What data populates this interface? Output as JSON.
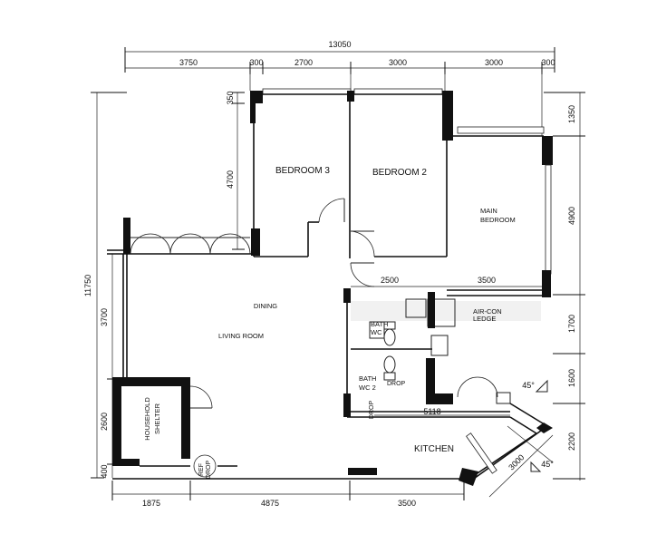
{
  "dimensions": {
    "overall_width": "13050",
    "top_segments": [
      "3750",
      "300",
      "2700",
      "3000",
      "3000",
      "300"
    ],
    "left_overall": "11750",
    "left_segments": [
      "3700",
      "2600",
      "400"
    ],
    "left_inner": [
      "350",
      "4700"
    ],
    "right_segments": [
      "1350",
      "4900",
      "1700",
      "1600",
      "2200"
    ],
    "bottom_segments": [
      "1875",
      "4875",
      "3500"
    ],
    "interior": {
      "bath_width": "2500",
      "main_bedroom_width": "3500",
      "kitchen_width": "5118",
      "kitchen_diagonal": "3000",
      "angle_upper": "45°",
      "angle_lower": "45°"
    }
  },
  "rooms": {
    "bedroom3": "BEDROOM 3",
    "bedroom2": "BEDROOM 2",
    "main_bedroom_line1": "MAIN",
    "main_bedroom_line2": "BEDROOM",
    "dining": "DINING",
    "living": "LIVING ROOM",
    "bath1_line1": "BATH",
    "bath1_line2": "WC",
    "bath2_line1": "BATH",
    "bath2_line2": "WC 2",
    "aircon_line1": "AIR-CON",
    "aircon_line2": "LEDGE",
    "household_shelter_line1": "HOUSEHOLD",
    "household_shelter_line2": "SHELTER",
    "kitchen": "KITCHEN",
    "refuse_chute": "DROP",
    "refuse_chute2": "DROP",
    "refuse_chute3": "DROP",
    "drop_bottom_line1": "REF",
    "drop_bottom_line2": "DROP"
  }
}
